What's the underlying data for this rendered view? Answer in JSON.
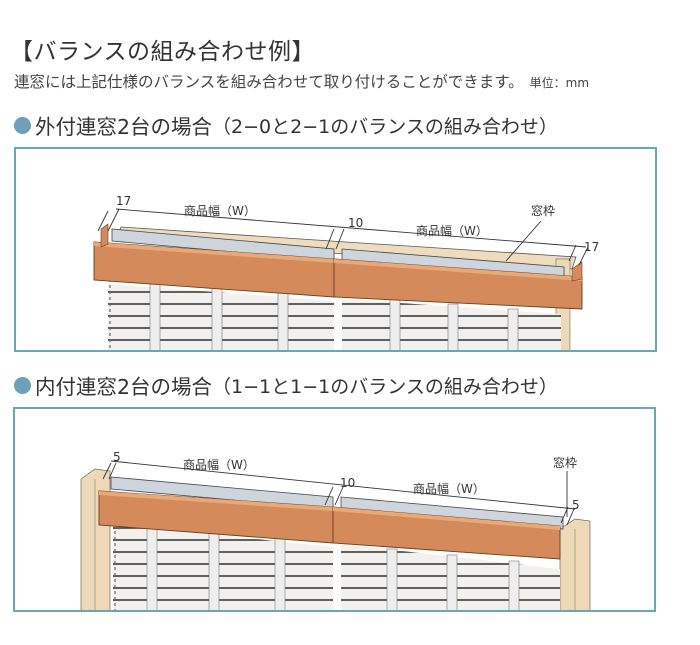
{
  "title": "【バランスの組み合わせ例】",
  "description": {
    "text": "連窓には上記仕様のバランスを組み合わせて取り付けることができます。",
    "unit": "単位：mm"
  },
  "sections": [
    {
      "heading": "外付連窓2台の場合",
      "subheading": "（2−0と2−1のバランスの組み合わせ）",
      "labels": {
        "left_margin": "17",
        "left_width": "商品幅（W）",
        "center_gap": "10",
        "right_width": "商品幅（W）",
        "frame": "窓枠",
        "right_margin": "17"
      }
    },
    {
      "heading": "内付連窓2台の場合",
      "subheading": "（1−1と1−1のバランスの組み合わせ）",
      "labels": {
        "left_margin": "5",
        "left_width": "商品幅（W）",
        "center_gap": "10",
        "right_width": "商品幅（W）",
        "frame": "窓枠",
        "right_margin": "5"
      }
    }
  ],
  "colors": {
    "frame_border": "#6aa7b1",
    "bullet": "#6e9fbb",
    "valance": "#d48a5a",
    "valance_dark": "#b86e40",
    "window_frame": "#ecd5b3",
    "rail": "#d8dde2",
    "slat": "#f2f0ee"
  }
}
